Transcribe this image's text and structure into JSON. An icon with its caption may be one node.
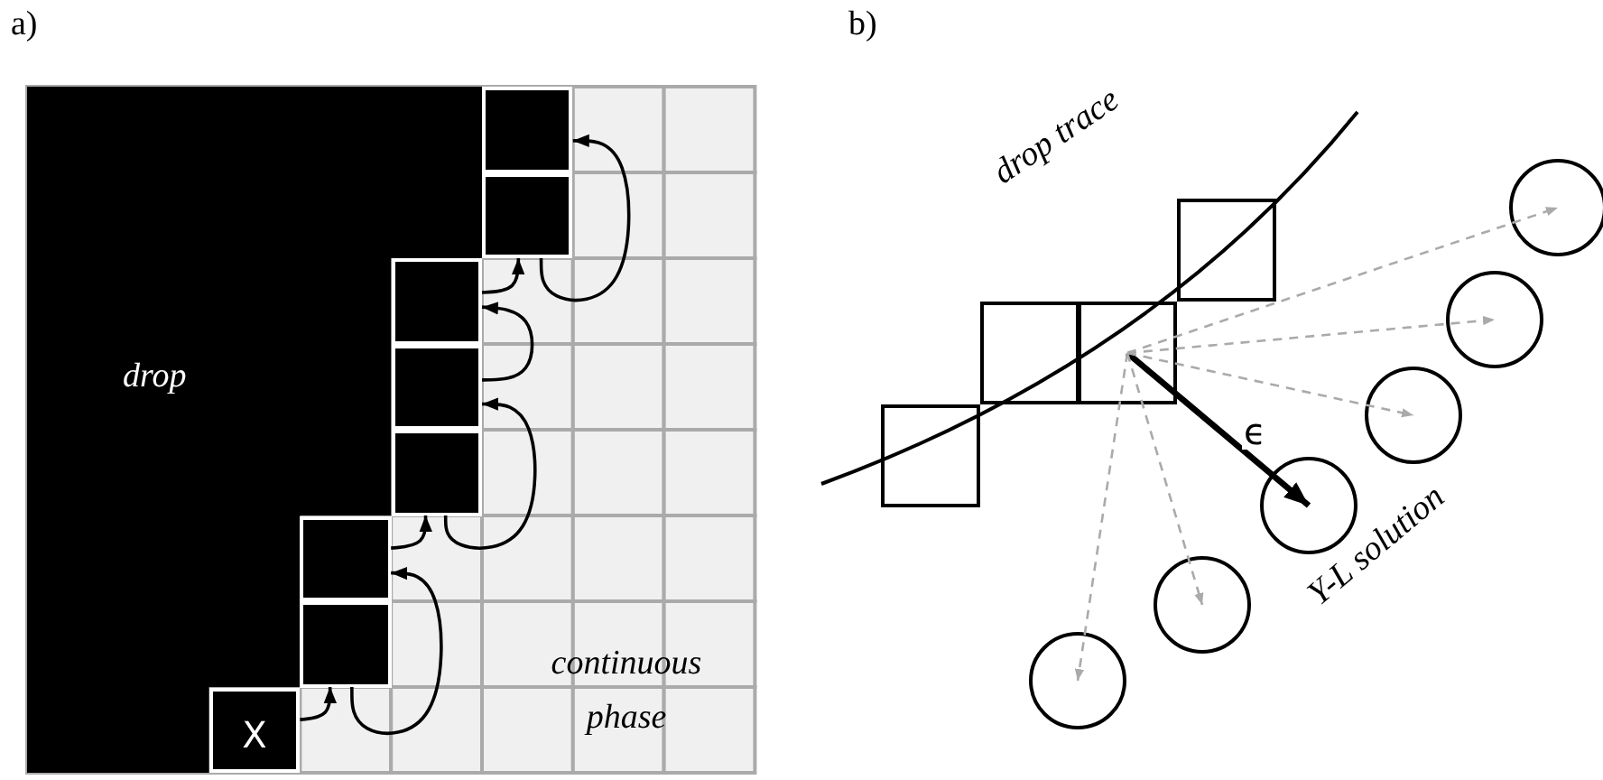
{
  "diagram": {
    "nodes": [
      {
        "text": [],
        "shape": "box"
      },
      {
        "text": [],
        "shape": "box"
      },
      {
        "text": [],
        "shape": "box"
      },
      {
        "text": [],
        "shape": "box"
      },
      {
        "text": [],
        "shape": "box"
      },
      {
        "text": [],
        "shape": "box"
      },
      {
        "text": [],
        "shape": "box"
      },
      {
        "text": [
          "X"
        ]
      },
      {
        "text": [],
        "shape": "box"
      },
      {
        "text": [],
        "shape": "box"
      },
      {
        "text": [],
        "shape": "box"
      },
      {
        "text": [],
        "shape": "box"
      },
      {
        "text": [],
        "shape": "circle"
      },
      {
        "text": [],
        "shape": "circle"
      },
      {
        "text": [],
        "shape": "circle"
      },
      {
        "text": [],
        "shape": "circle"
      },
      {
        "text": [],
        "shape": "circle"
      },
      {
        "text": [],
        "shape": "circle"
      }
    ],
    "edges": [
      {
        "from": 7,
        "to": 6,
        "arrow": "to"
      },
      {
        "from": 6,
        "to": 5,
        "arrow": "to"
      },
      {
        "from": 5,
        "to": 4,
        "arrow": "to"
      },
      {
        "from": 4,
        "to": 3,
        "arrow": "to"
      },
      {
        "from": 3,
        "to": 2,
        "arrow": "to"
      },
      {
        "from": 2,
        "to": 1,
        "arrow": "to"
      },
      {
        "from": 1,
        "to": 0,
        "arrow": "to"
      },
      {
        "from": 10,
        "to": 14,
        "arrow": "to",
        "label": "ϵ",
        "style": "thick"
      },
      {
        "from": 10,
        "to": 12,
        "arrow": "to",
        "style": "dashed",
        "color": "#aaaaaa"
      },
      {
        "from": 10,
        "to": 13,
        "arrow": "to",
        "style": "dashed",
        "color": "#aaaaaa"
      },
      {
        "from": 10,
        "to": 15,
        "arrow": "to",
        "style": "dashed",
        "color": "#aaaaaa"
      },
      {
        "from": 10,
        "to": 16,
        "arrow": "to",
        "style": "dashed",
        "color": "#aaaaaa"
      },
      {
        "from": 10,
        "to": 17,
        "arrow": "to",
        "style": "dashed",
        "color": "#aaaaaa"
      }
    ],
    "labels": [
      "a)",
      "b)",
      "drop trace",
      "drop",
      "Y-L solution",
      "continuous phase"
    ]
  }
}
